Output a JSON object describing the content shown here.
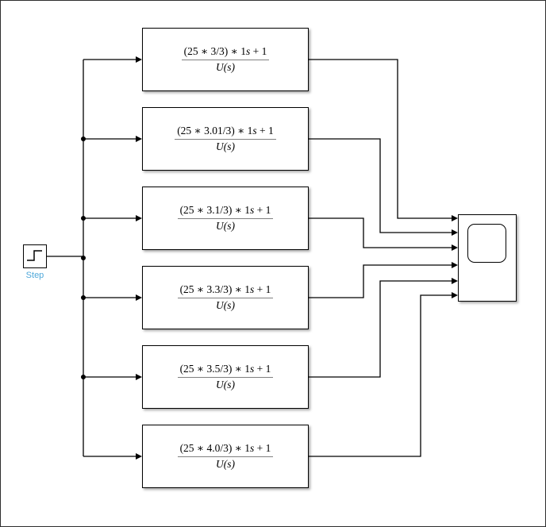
{
  "diagram_type": "simulink-block-diagram",
  "step": {
    "label": "Step"
  },
  "blocks": [
    {
      "num_pre": "(25 ∗ 3/3) ∗ 1",
      "num_var": "s",
      "num_post": " + 1",
      "den": "U(s)"
    },
    {
      "num_pre": "(25 ∗ 3.01/3) ∗ 1",
      "num_var": "s",
      "num_post": " + 1",
      "den": "U(s)"
    },
    {
      "num_pre": "(25 ∗ 3.1/3) ∗ 1",
      "num_var": "s",
      "num_post": " + 1",
      "den": "U(s)"
    },
    {
      "num_pre": "(25 ∗ 3.3/3) ∗ 1",
      "num_var": "s",
      "num_post": " + 1",
      "den": "U(s)"
    },
    {
      "num_pre": "(25 ∗ 3.5/3) ∗ 1",
      "num_var": "s",
      "num_post": " + 1",
      "den": "U(s)"
    },
    {
      "num_pre": "(25 ∗ 4.0/3) ∗ 1",
      "num_var": "s",
      "num_post": " + 1",
      "den": "U(s)"
    }
  ],
  "icons": {
    "step": "step-signal-icon",
    "scope": "scope-display-icon"
  },
  "colors": {
    "wire": "#000000",
    "block_border": "#000000",
    "fraction_bar": "#808080",
    "step_label": "#4FA8DA",
    "canvas_border": "#2e2e2e",
    "background": "#ffffff"
  }
}
